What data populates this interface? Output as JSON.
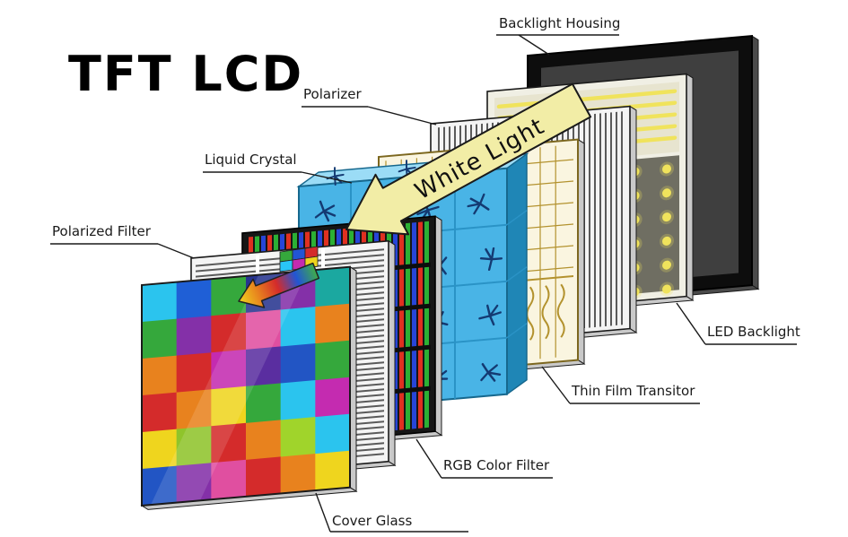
{
  "title": "TFT LCD",
  "arrow_label": "White Light",
  "labels": {
    "backlight_housing": "Backlight Housing",
    "polarizer": "Polarizer",
    "liquid_crystal": "Liquid Crystal",
    "polarized_filter": "Polarized Filter",
    "led_backlight": "LED Backlight",
    "thin_film_transistor": "Thin Film Transitor",
    "rgb_color_filter": "RGB Color Filter",
    "cover_glass": "Cover Glass"
  },
  "colors": {
    "background": "#ffffff",
    "label_text": "#1a1a1a",
    "white_light_arrow_fill": "#f2eda6",
    "housing_frame": "#0d0d0d",
    "housing_screen": "#3f3f3f",
    "led_panel_bg": "#6f6e62",
    "led_glow": "#f0e35c",
    "polarizer_bg": "#f4f4f4",
    "polarizer_stripe": "#5a5a5a",
    "tft_bg": "#faf5e0",
    "tft_trace": "#b3922e",
    "lc_front": "#49b4e6",
    "lc_top": "#9bdcf6",
    "lc_side": "#1f86b6",
    "lc_grid": "#2a93c6",
    "lc_molecule": "#143a72",
    "rgb_bg": "#161616",
    "edge_gray": "#c9c9c9"
  },
  "rgb_stripes": [
    "#e03020",
    "#2cb034",
    "#2745d8"
  ],
  "rainbow_stops": [
    "#3fae49",
    "#2255d4",
    "#d42b2b",
    "#e8821e",
    "#efd51e"
  ],
  "mini_pixels": [
    "#35a83c",
    "#2255d4",
    "#d42b2b",
    "#29c5f6",
    "#c42bb0",
    "#efd51e"
  ],
  "cover_glass_tiles": [
    [
      "#2bc4ee",
      "#1f5fd6",
      "#35a83c",
      "#27348f",
      "#8430a8",
      "#1ba8a0"
    ],
    [
      "#35a83c",
      "#8430a8",
      "#d42b2b",
      "#e04fa0",
      "#2bc4ee",
      "#e8821e"
    ],
    [
      "#e8821e",
      "#d42b2b",
      "#c42bb0",
      "#5a2ea0",
      "#2255c4",
      "#35a83c"
    ],
    [
      "#d42b2b",
      "#e8821e",
      "#efd51e",
      "#35a83c",
      "#2bc4ee",
      "#c42bb0"
    ],
    [
      "#efd51e",
      "#8fc42b",
      "#d42b2b",
      "#e8821e",
      "#a0d42b",
      "#2bc4ee"
    ],
    [
      "#2255c4",
      "#8430a8",
      "#e04fa0",
      "#d42b2b",
      "#e8821e",
      "#efd51e"
    ]
  ]
}
